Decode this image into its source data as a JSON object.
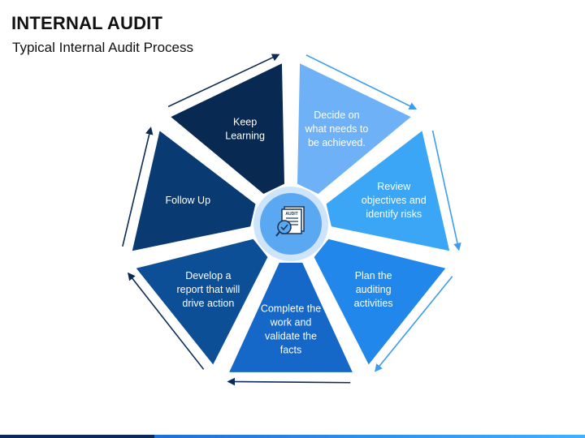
{
  "title": "INTERNAL AUDIT",
  "subtitle": "Typical Internal Audit Process",
  "center_icon": "audit-document-checkmark-icon",
  "center_icon_text": "AUDIT",
  "steps": [
    {
      "lines": [
        "Decide on",
        "what needs to",
        "be achieved."
      ],
      "color": "#6fb1f7"
    },
    {
      "lines": [
        "Review",
        "objectives and",
        "identify risks"
      ],
      "color": "#3ba6f5"
    },
    {
      "lines": [
        "Plan the",
        "auditing",
        "activities"
      ],
      "color": "#2187ea"
    },
    {
      "lines": [
        "Complete the",
        "work and",
        "validate the",
        "facts"
      ],
      "color": "#1568c8"
    },
    {
      "lines": [
        "Develop a",
        "report that will",
        "drive action"
      ],
      "color": "#0c4f97"
    },
    {
      "lines": [
        "Follow Up"
      ],
      "color": "#0a3a72"
    },
    {
      "lines": [
        "Keep",
        "Learning"
      ],
      "color": "#072952"
    }
  ],
  "colors": {
    "center_circle": "#5aa8f2",
    "center_ring": "#cde4fb",
    "arrow_light": "#3c9cf0",
    "arrow_dark": "#0b2a55"
  }
}
